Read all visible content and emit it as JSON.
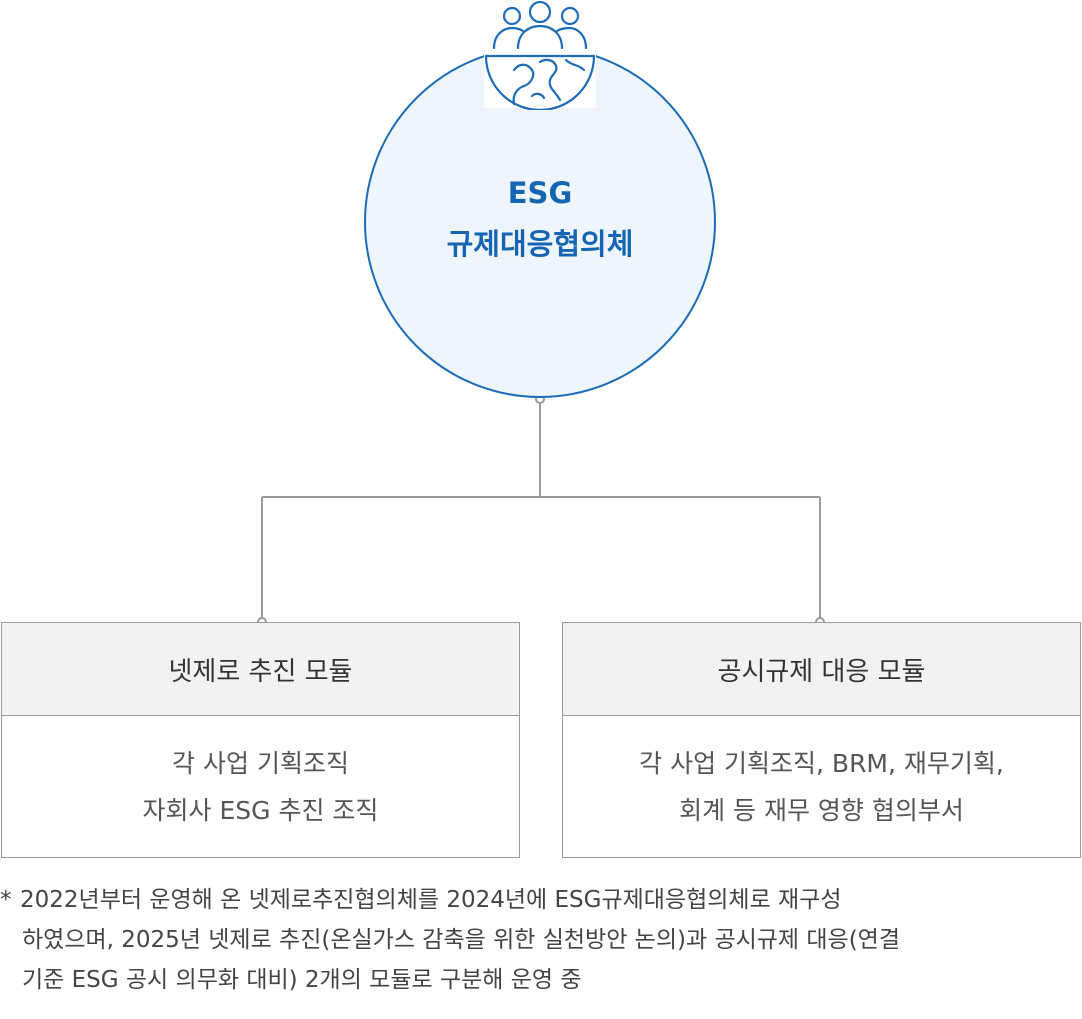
{
  "council": {
    "title_line1": "ESG",
    "title_line2": "규제대응협의체",
    "icon": "people-globe-icon"
  },
  "modules": [
    {
      "title": "넷제로 추진 모듈",
      "lines": [
        "각 사업 기획조직",
        "자회사 ESG 추진 조직"
      ]
    },
    {
      "title": "공시규제 대응 모듈",
      "lines": [
        "각 사업 기획조직, BRM, 재무기획,",
        "회계 등 재무 영향 협의부서"
      ]
    }
  ],
  "footnote": {
    "marker": "*",
    "line1": "2022년부터 운영해 온 넷제로추진협의체를 2024년에 ESG규제대응협의체로 재구성",
    "line2": "하였으며, 2025년 넷제로 추진(온실가스 감축을 위한 실천방안 논의)과 공시규제 대응(연결",
    "line3": "기준 ESG 공시 의무화 대비) 2개의 모듈로 구분해 운영 중"
  },
  "colors": {
    "accent": "#1565b3",
    "circle_fill": "#eef5fc",
    "connector": "#9a9a9a",
    "header_fill": "#f2f2f2"
  }
}
